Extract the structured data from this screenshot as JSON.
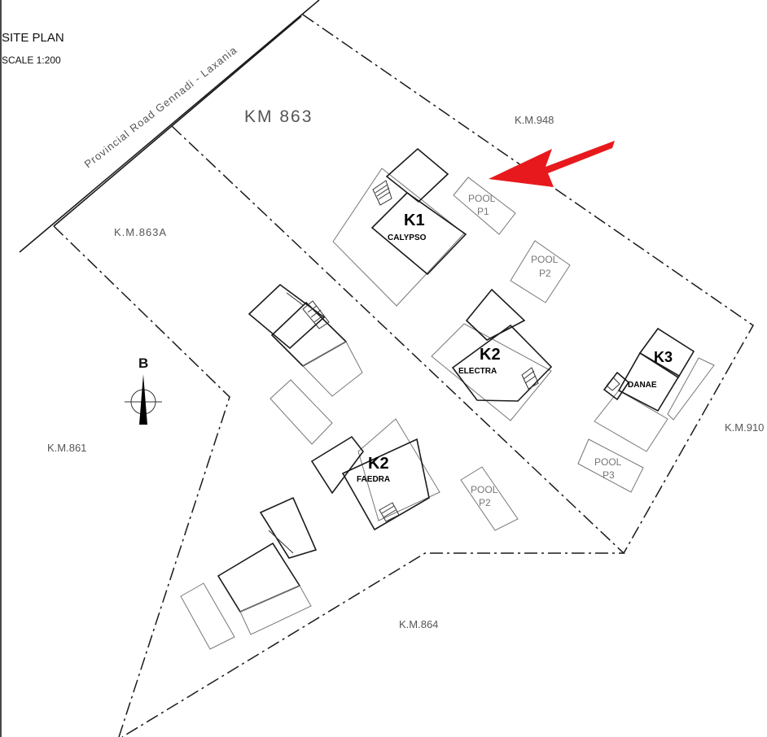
{
  "title": "SITE PLAN",
  "scale": "SCALE 1:200",
  "road": "Provincial Road  Gennadi - Laxania",
  "parcels": {
    "km863": "KM 863",
    "km863a": "K.M.863A",
    "km948": "K.M.948",
    "km861": "K.M.861",
    "km910": "K.M.910",
    "km864": "K.M.864"
  },
  "north": "B",
  "buildings": [
    {
      "code": "K1",
      "name": "CALYPSO"
    },
    {
      "code": "K2",
      "name": "ELECTRA"
    },
    {
      "code": "K3",
      "name": "DANAE"
    },
    {
      "code": "K2",
      "name": "FAEDRA"
    }
  ],
  "pools": [
    {
      "line1": "POOL",
      "line2": "P1"
    },
    {
      "line1": "POOL",
      "line2": "P2"
    },
    {
      "line1": "POOL",
      "line2": "P3"
    },
    {
      "line1": "POOL",
      "line2": "P2"
    }
  ],
  "colors": {
    "arrow": "#e8191c",
    "ink": "#1a1a1a"
  }
}
